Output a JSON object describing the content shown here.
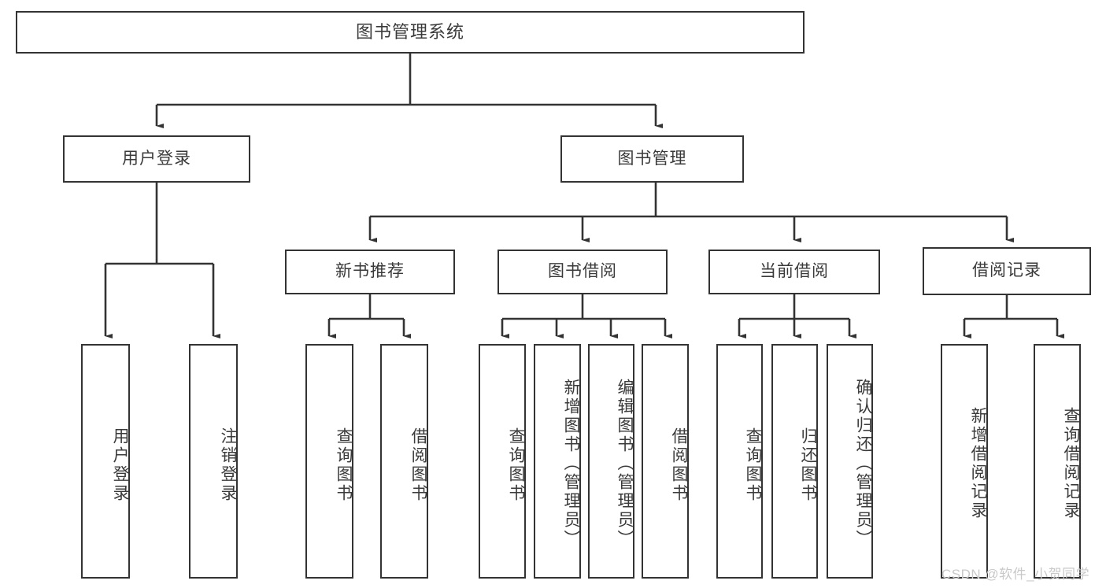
{
  "diagram": {
    "title": "图书管理系统",
    "watermark": "CSDN @软件_小贺同学",
    "accent_color": "#333333",
    "background_color": "#ffffff",
    "text_color": "#3a3a3a",
    "levels": {
      "root": {
        "label": "图书管理系统"
      },
      "level1": [
        {
          "label": "用户登录"
        },
        {
          "label": "图书管理"
        }
      ],
      "level2": [
        {
          "label": "新书推荐"
        },
        {
          "label": "图书借阅"
        },
        {
          "label": "当前借阅"
        },
        {
          "label": "借阅记录"
        }
      ],
      "leaves": {
        "user_login": [
          {
            "label": "用户登录"
          },
          {
            "label": "注销登录"
          }
        ],
        "new_book_recommend": [
          {
            "label": "查询图书"
          },
          {
            "label": "借阅图书"
          }
        ],
        "book_borrow": [
          {
            "label": "查询图书"
          },
          {
            "label": "新增图书（管理员）"
          },
          {
            "label": "编辑图书（管理员）"
          },
          {
            "label": "借阅图书"
          }
        ],
        "current_borrow": [
          {
            "label": "查询图书"
          },
          {
            "label": "归还图书"
          },
          {
            "label": "确认归还（管理员）"
          }
        ],
        "borrow_records": [
          {
            "label": "新增借阅记录"
          },
          {
            "label": "查询借阅记录"
          }
        ]
      }
    }
  }
}
